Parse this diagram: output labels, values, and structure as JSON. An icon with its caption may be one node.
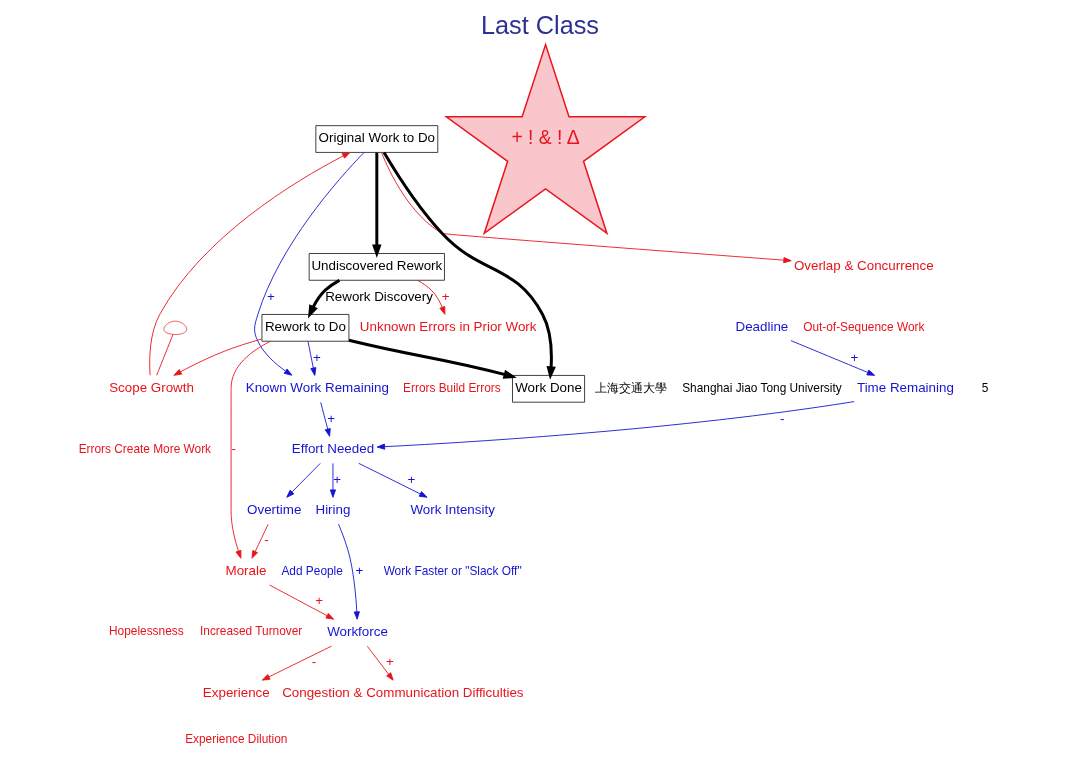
{
  "diagram": {
    "title": "Last Class",
    "nodes": [
      {
        "text": [
          "Experience"
        ]
      },
      {
        "text": [
          "Congestion & Communication Difficulties"
        ]
      },
      {
        "text": [
          "Workforce"
        ]
      },
      {
        "text": [
          "Overtime"
        ]
      },
      {
        "text": [
          "Morale"
        ]
      },
      {
        "text": [
          "Overlap & Concurrence"
        ]
      },
      {
        "text": [
          "Work Intensity"
        ]
      },
      {
        "text": [
          "Hiring"
        ]
      },
      {
        "text": [],
        "shape": "cloud"
      },
      {
        "text": [
          "Scope Growth"
        ]
      },
      {
        "text": [
          "Original Work to Do"
        ]
      },
      {
        "text": [
          "Work Done"
        ]
      },
      {
        "text": [
          "Rework to Do"
        ]
      },
      {
        "text": [
          "Undiscovered Rework"
        ]
      },
      {
        "text": [
          "Unknown Errors in Prior Work"
        ]
      },
      {
        "text": [
          "Known Work Remaining"
        ]
      },
      {
        "text": [
          "Effort Needed"
        ]
      },
      {
        "text": [
          "Time Remaining"
        ]
      },
      {
        "text": [
          "Deadline"
        ]
      },
      {
        "text": [
          "+ ! & ! Δ"
        ]
      }
    ],
    "edges": [
      {
        "from": 8,
        "to": 9,
        "arrow": "none",
        "color": "#e8141c"
      },
      {
        "from": 9,
        "to": 10,
        "arrow": "to",
        "color": "#e8141c"
      },
      {
        "from": 10,
        "to": 11,
        "arrow": "to",
        "style": "thick",
        "color": "#000000"
      },
      {
        "from": 12,
        "to": 11,
        "arrow": "to",
        "style": "thick",
        "color": "#000000"
      },
      {
        "from": 10,
        "to": 13,
        "arrow": "to",
        "style": "thick",
        "color": "#000000"
      },
      {
        "from": 13,
        "to": 12,
        "arrow": "to",
        "label": "Rework Discovery",
        "style": "thick",
        "color": "#000000"
      },
      {
        "from": 10,
        "to": 15,
        "arrow": "to",
        "label": "+",
        "color": "#1414d2"
      },
      {
        "from": 12,
        "to": 15,
        "arrow": "to",
        "label": "+",
        "color": "#1414d2"
      },
      {
        "from": 15,
        "to": 16,
        "arrow": "to",
        "label": "+",
        "color": "#1414d2"
      },
      {
        "from": 17,
        "to": 16,
        "arrow": "to",
        "label": "-",
        "color": "#1414d2"
      },
      {
        "from": 18,
        "to": 17,
        "arrow": "to",
        "label": "+",
        "color": "#1414d2"
      },
      {
        "from": 16,
        "to": 6,
        "arrow": "to",
        "label": "+",
        "color": "#1414d2"
      },
      {
        "from": 16,
        "to": 3,
        "arrow": "to",
        "color": "#1414d2"
      },
      {
        "from": 16,
        "to": 7,
        "arrow": "to",
        "label": "+",
        "color": "#1414d2"
      },
      {
        "from": 7,
        "to": 2,
        "arrow": "to",
        "label": "+",
        "color": "#1414d2"
      },
      {
        "from": 12,
        "to": 9,
        "arrow": "to",
        "color": "#e8141c"
      },
      {
        "from": 10,
        "to": 5,
        "arrow": "to",
        "color": "#e8141c"
      },
      {
        "from": 13,
        "to": 14,
        "arrow": "to",
        "label": "+",
        "color": "#e8141c"
      },
      {
        "from": 12,
        "to": 4,
        "arrow": "to",
        "label": "-",
        "color": "#e8141c"
      },
      {
        "from": 4,
        "to": 2,
        "arrow": "to",
        "label": "+",
        "color": "#e8141c"
      },
      {
        "from": 2,
        "to": 0,
        "arrow": "to",
        "label": "-",
        "color": "#e8141c"
      },
      {
        "from": 2,
        "to": 1,
        "arrow": "to",
        "label": "+",
        "color": "#e8141c"
      },
      {
        "from": 3,
        "to": 4,
        "arrow": "to",
        "label": "-",
        "color": "#e8141c"
      }
    ],
    "labels": [
      "Experience Dilution",
      "Increased Turnover",
      "Hopelessness",
      "Out-of-Sequence Work",
      "Errors Create More Work",
      "Errors Build Errors",
      "Add People",
      "Work Faster or \"Slack Off\"",
      "5",
      "上海交通大學",
      "Shanghai Jiao Tong University"
    ]
  }
}
